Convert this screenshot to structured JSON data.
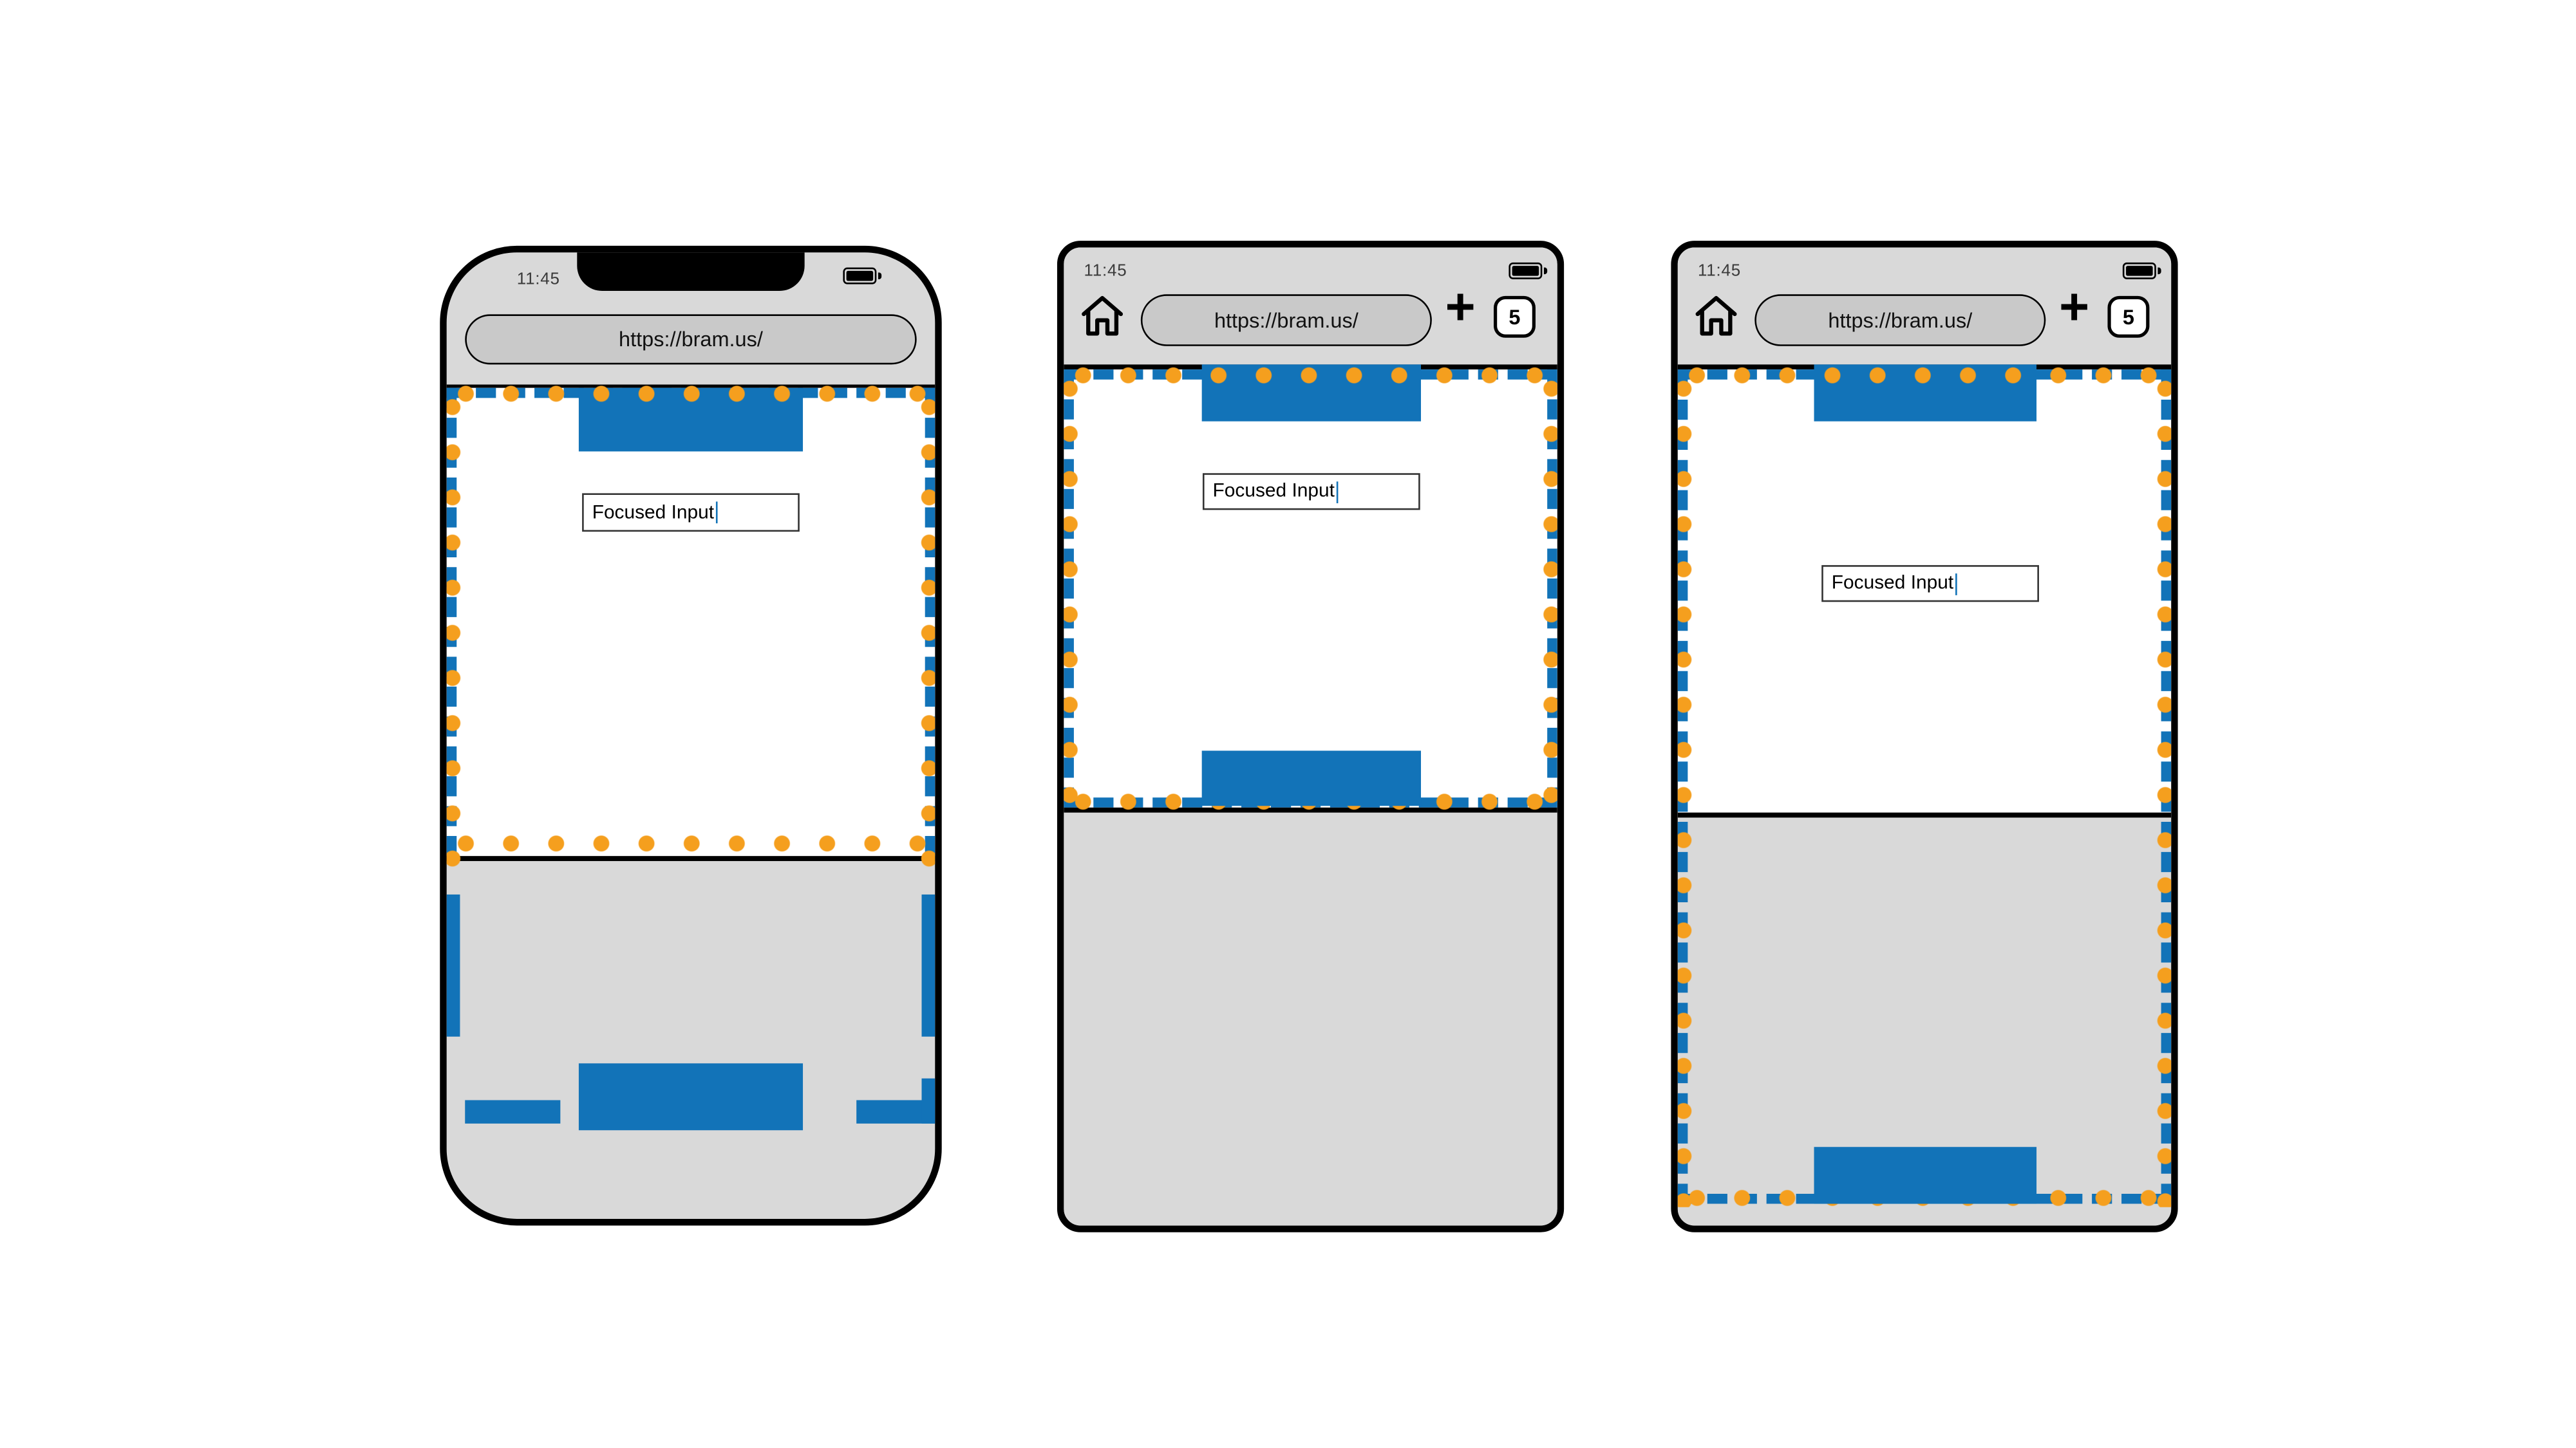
{
  "colors": {
    "layout_viewport_dash": "#1273B8",
    "visual_viewport_dot": "#F59F1E",
    "device_gray": "#D9D9D9",
    "url_pill_gray": "#C9C9C9"
  },
  "phones": [
    {
      "name": "phone-ios-safari",
      "status_time": "11:45",
      "url": "https://bram.us/",
      "focused_input_value": "Focused Input"
    },
    {
      "name": "phone-android-browser-a",
      "status_time": "11:45",
      "url": "https://bram.us/",
      "plus_glyph": "+",
      "tab_count": "5",
      "focused_input_value": "Focused Input"
    },
    {
      "name": "phone-android-browser-b",
      "status_time": "11:45",
      "url": "https://bram.us/",
      "plus_glyph": "+",
      "tab_count": "5",
      "focused_input_value": "Focused Input"
    }
  ]
}
